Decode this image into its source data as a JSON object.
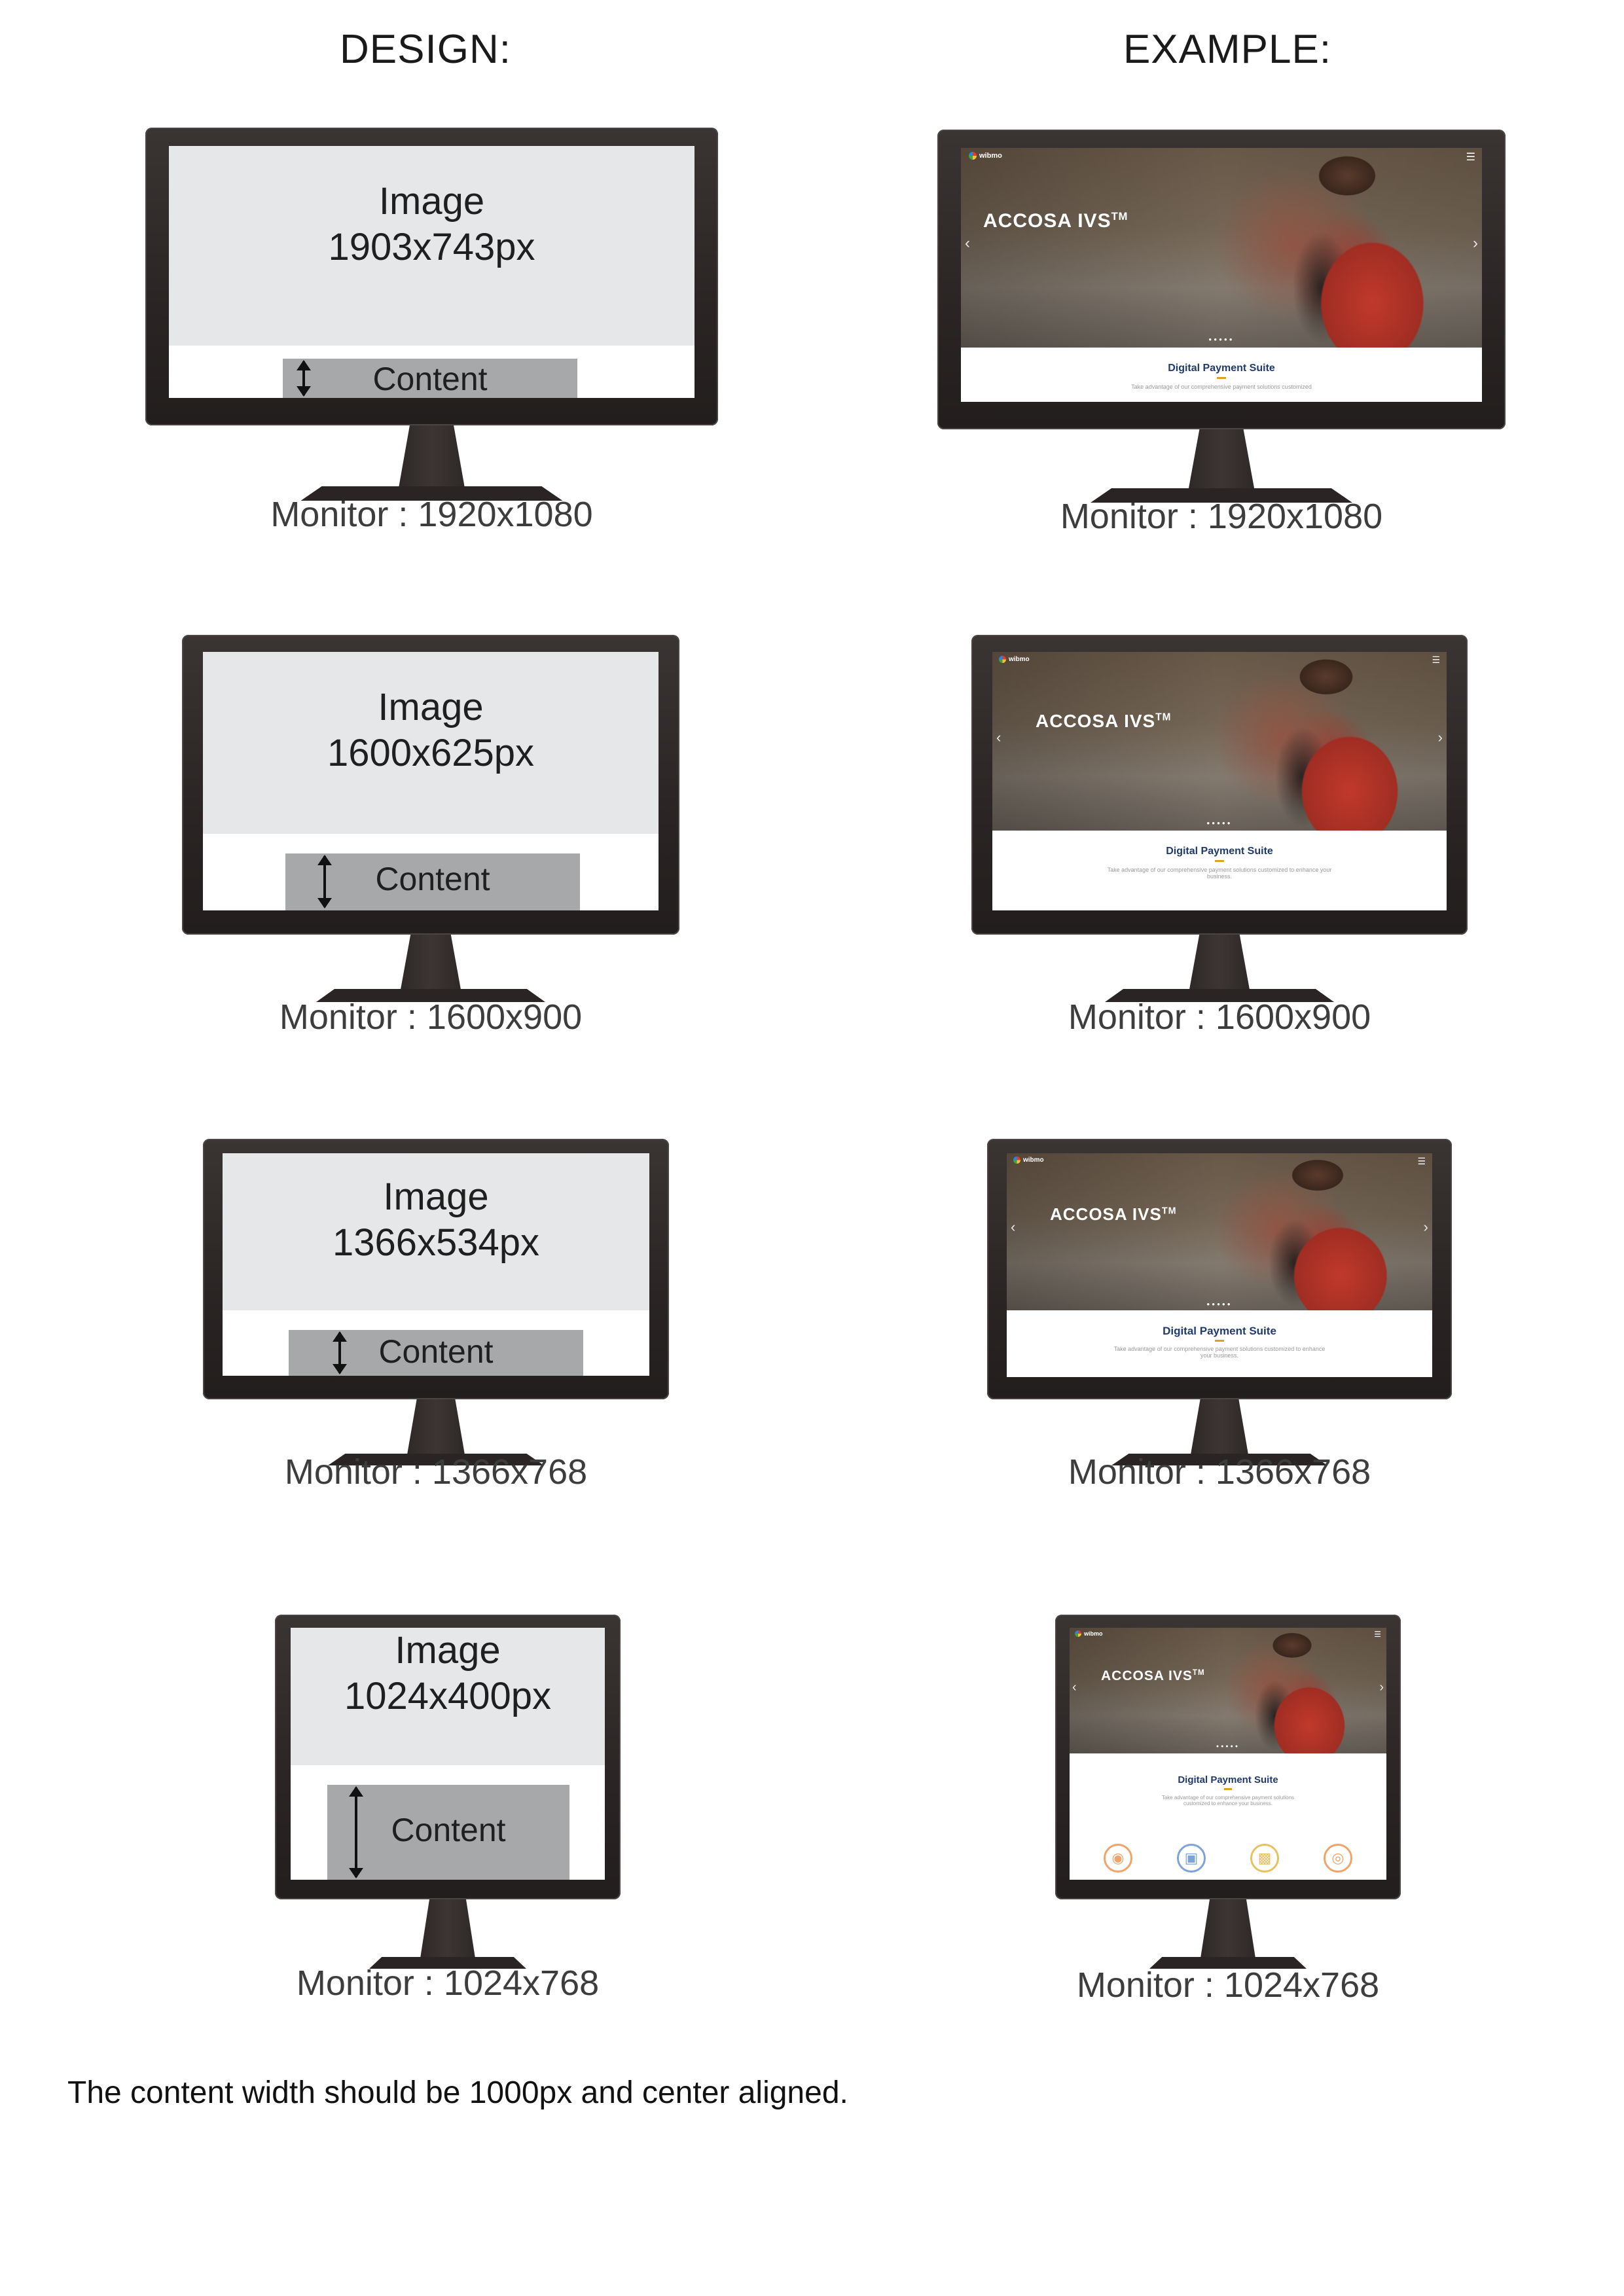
{
  "headings": {
    "design": "DESIGN:",
    "example": "EXAMPLE:"
  },
  "rows": [
    {
      "image_label": "Image",
      "image_size": "1903x743px",
      "content_label": "Content",
      "monitor": "Monitor : 1920x1080"
    },
    {
      "image_label": "Image",
      "image_size": "1600x625px",
      "content_label": "Content",
      "monitor": "Monitor : 1600x900"
    },
    {
      "image_label": "Image",
      "image_size": "1366x534px",
      "content_label": "Content",
      "monitor": "Monitor : 1366x768"
    },
    {
      "image_label": "Image",
      "image_size": "1024x400px",
      "content_label": "Content",
      "monitor": "Monitor : 1024x768"
    }
  ],
  "examples": [
    {
      "brand": "wibmo",
      "hero_title": "ACCOSA IVS",
      "trademark": "TM",
      "suite_title": "Digital Payment Suite",
      "suite_text": "Take advantage of our comprehensive payment solutions customized",
      "monitor": "Monitor : 1920x1080"
    },
    {
      "brand": "wibmo",
      "hero_title": "ACCOSA IVS",
      "trademark": "TM",
      "suite_title": "Digital Payment Suite",
      "suite_text": "Take advantage of our comprehensive payment solutions customized to enhance your business.",
      "monitor": "Monitor : 1600x900"
    },
    {
      "brand": "wibmo",
      "hero_title": "ACCOSA IVS",
      "trademark": "TM",
      "suite_title": "Digital Payment Suite",
      "suite_text": "Take advantage of our comprehensive payment solutions customized to enhance your business.",
      "monitor": "Monitor : 1366x768"
    },
    {
      "brand": "wibmo",
      "hero_title": "ACCOSA IVS",
      "trademark": "TM",
      "suite_title": "Digital Payment Suite",
      "suite_text": "Take advantage of our comprehensive payment solutions customized to enhance your business.",
      "monitor": "Monitor : 1024x768",
      "feature_icons": [
        "feature-icon-orange",
        "feature-icon-blue",
        "feature-icon-yellow",
        "feature-icon-orange-2"
      ]
    }
  ],
  "colors": {
    "bezel": "#2a2524",
    "image_area": "#e6e7e8",
    "content_box": "#a7a8aa",
    "suite_title": "#1f3a6e",
    "accent_rule": "#e0a21c"
  },
  "footer_note": "The content width should be 1000px and center aligned."
}
